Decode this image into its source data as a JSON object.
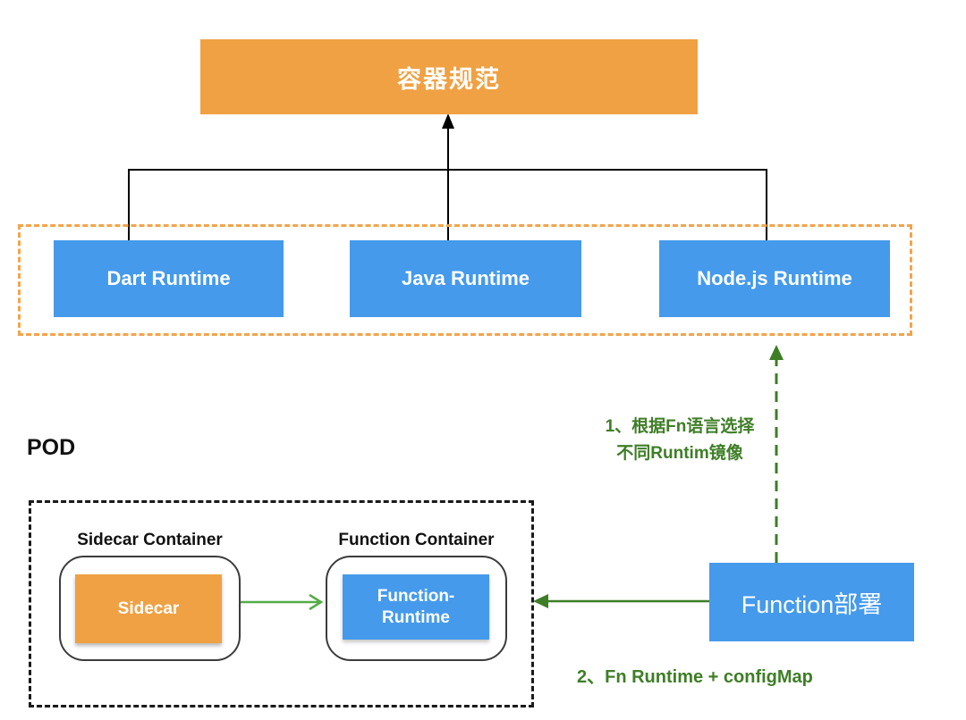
{
  "colors": {
    "orange": "#F0A143",
    "blue": "#459AEC",
    "dashed_border_orange": "#F2A44C",
    "green_dark": "#3E7E26",
    "green_light": "#54AC47",
    "line_black": "#000000"
  },
  "spec_box": {
    "label": "容器规范"
  },
  "runtimes": [
    {
      "label": "Dart Runtime"
    },
    {
      "label": "Java Runtime"
    },
    {
      "label": "Node.js Runtime"
    }
  ],
  "pod": {
    "label": "POD",
    "sidecar_container": {
      "title": "Sidecar Container",
      "box_label": "Sidecar"
    },
    "function_container": {
      "title": "Function Container",
      "box_label_line1": "Function-",
      "box_label_line2": "Runtime"
    }
  },
  "deploy_box": {
    "label": "Function部署"
  },
  "annotations": {
    "note1_line1": "1、根据Fn语言选择",
    "note1_line2": "不同Runtim镜像",
    "note2": "2、Fn Runtime + configMap"
  }
}
